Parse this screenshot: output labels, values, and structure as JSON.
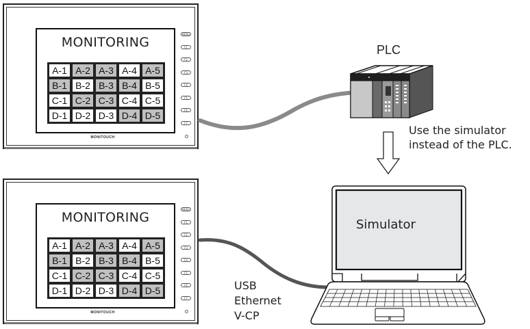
{
  "hmi_top": {
    "screen_title": "MONITORING",
    "brand": "MONITOUCH",
    "function_keys": [
      "MENU",
      "F1",
      "F2",
      "F3",
      "F4",
      "F5",
      "F6",
      "F7"
    ],
    "grid": [
      [
        {
          "label": "A-1",
          "active": false
        },
        {
          "label": "A-2",
          "active": true
        },
        {
          "label": "A-3",
          "active": true
        },
        {
          "label": "A-4",
          "active": false
        },
        {
          "label": "A-5",
          "active": true
        }
      ],
      [
        {
          "label": "B-1",
          "active": true
        },
        {
          "label": "B-2",
          "active": false
        },
        {
          "label": "B-3",
          "active": true
        },
        {
          "label": "B-4",
          "active": true
        },
        {
          "label": "B-5",
          "active": false
        }
      ],
      [
        {
          "label": "C-1",
          "active": false
        },
        {
          "label": "C-2",
          "active": true
        },
        {
          "label": "C-3",
          "active": true
        },
        {
          "label": "C-4",
          "active": false
        },
        {
          "label": "C-5",
          "active": false
        }
      ],
      [
        {
          "label": "D-1",
          "active": false
        },
        {
          "label": "D-2",
          "active": false
        },
        {
          "label": "D-3",
          "active": false
        },
        {
          "label": "D-4",
          "active": true
        },
        {
          "label": "D-5",
          "active": true
        }
      ]
    ]
  },
  "hmi_bottom": {
    "screen_title": "MONITORING",
    "brand": "MONITOUCH",
    "function_keys": [
      "MENU",
      "F1",
      "F2",
      "F3",
      "F4",
      "F5",
      "F6",
      "F7"
    ],
    "grid": [
      [
        {
          "label": "A-1",
          "active": false
        },
        {
          "label": "A-2",
          "active": true
        },
        {
          "label": "A-3",
          "active": true
        },
        {
          "label": "A-4",
          "active": false
        },
        {
          "label": "A-5",
          "active": true
        }
      ],
      [
        {
          "label": "B-1",
          "active": true
        },
        {
          "label": "B-2",
          "active": false
        },
        {
          "label": "B-3",
          "active": true
        },
        {
          "label": "B-4",
          "active": true
        },
        {
          "label": "B-5",
          "active": false
        }
      ],
      [
        {
          "label": "C-1",
          "active": false
        },
        {
          "label": "C-2",
          "active": true
        },
        {
          "label": "C-3",
          "active": true
        },
        {
          "label": "C-4",
          "active": false
        },
        {
          "label": "C-5",
          "active": false
        }
      ],
      [
        {
          "label": "D-1",
          "active": false
        },
        {
          "label": "D-2",
          "active": false
        },
        {
          "label": "D-3",
          "active": false
        },
        {
          "label": "D-4",
          "active": true
        },
        {
          "label": "D-5",
          "active": true
        }
      ]
    ]
  },
  "plc": {
    "label": "PLC"
  },
  "note": {
    "line1": "Use the simulator",
    "line2": "instead of the PLC."
  },
  "laptop": {
    "screen_label": "Simulator"
  },
  "connection": {
    "types": [
      "USB",
      "Ethernet",
      "V-CP"
    ]
  },
  "colors": {
    "cell_active": "#c0c0c0",
    "cell_inactive": "#ffffff",
    "cable_top": "#8a8a8a",
    "cable_bottom": "#555555",
    "laptop_screen": "#e6e7e9"
  }
}
